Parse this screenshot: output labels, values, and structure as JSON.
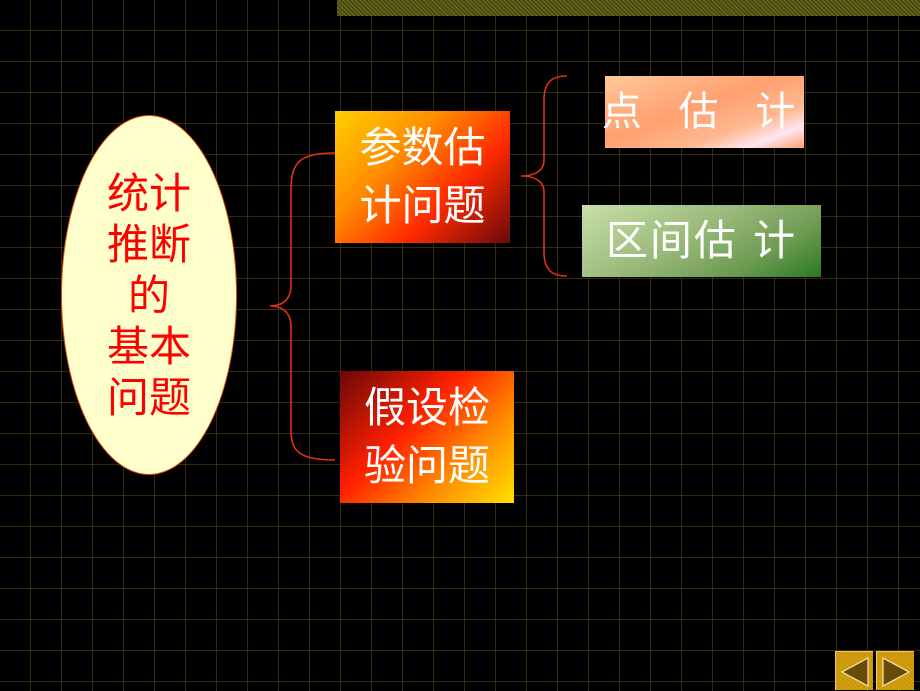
{
  "slide": {
    "background_color": "#000000",
    "grid_color": "#5a5014"
  },
  "root_node": {
    "lines": [
      "统计",
      "推断",
      "的",
      "基本",
      "问题"
    ],
    "text_color": "#ff0000",
    "fill_color": "#ffffcc"
  },
  "branches": [
    {
      "lines": [
        "参数估",
        "计问题"
      ],
      "children": [
        {
          "label": "点 估 计"
        },
        {
          "label": "区间估 计"
        }
      ]
    },
    {
      "lines": [
        "假设检",
        "验问题"
      ],
      "children": []
    }
  ],
  "brace_color": "#e03010",
  "navigation": {
    "prev_icon": "triangle-left-icon",
    "next_icon": "triangle-right-icon",
    "button_color": "#d4a010"
  }
}
